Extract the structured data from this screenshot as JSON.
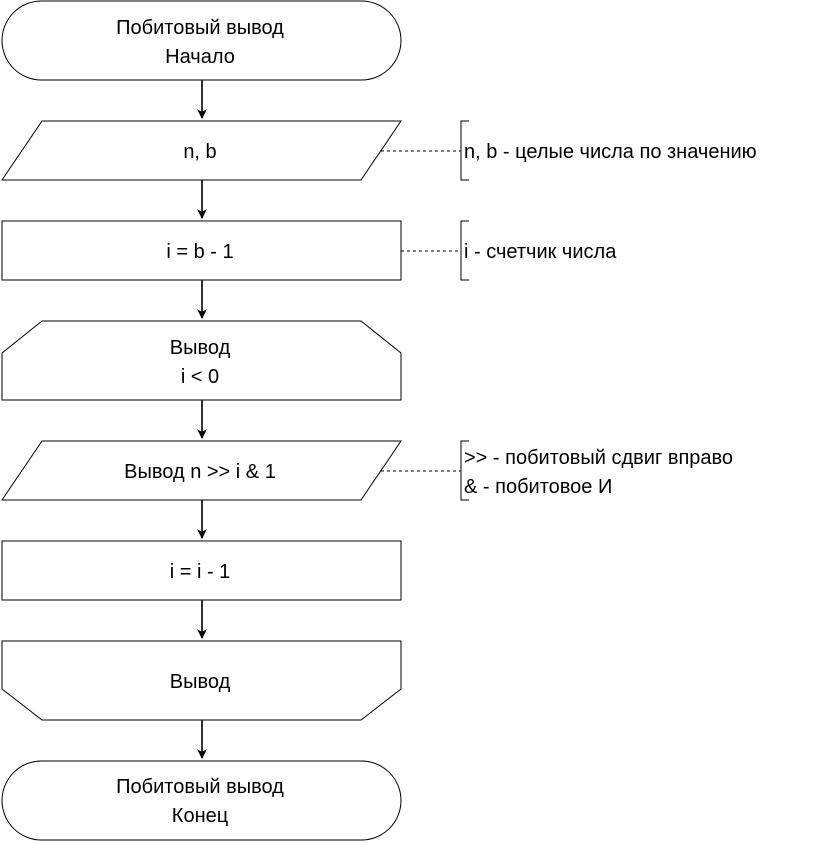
{
  "flowchart": {
    "start": {
      "line1": "Побитовый вывод",
      "line2": "Начало"
    },
    "input": {
      "label": "n, b"
    },
    "init": {
      "label": "i = b - 1"
    },
    "loop_start": {
      "line1": "Вывод",
      "line2": "i < 0"
    },
    "output": {
      "label": "Вывод n >> i & 1"
    },
    "decrement": {
      "label": "i = i - 1"
    },
    "loop_end": {
      "label": "Вывод"
    },
    "end": {
      "line1": "Побитовый вывод",
      "line2": "Конец"
    }
  },
  "comments": {
    "input_note": "n, b - целые числа по значению",
    "init_note": "i - счетчик числа",
    "output_note_line1": ">> - побитовый сдвиг вправо",
    "output_note_line2": "& - побитовое И"
  }
}
